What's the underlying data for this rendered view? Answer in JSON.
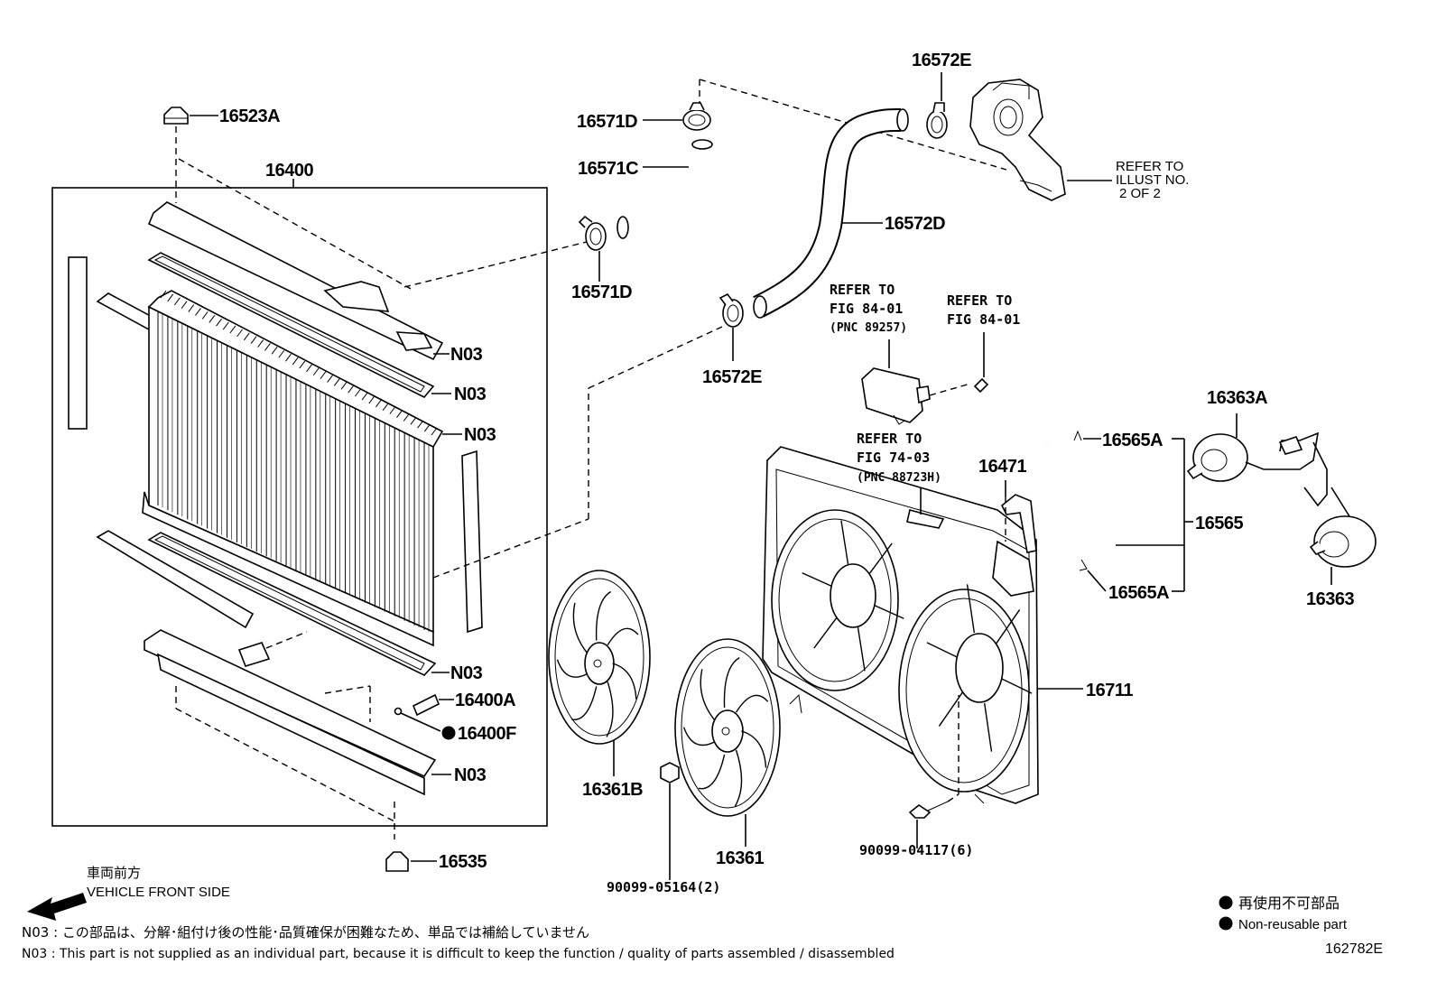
{
  "parts": {
    "p16523A": "16523A",
    "p16400": "16400",
    "n03_1": "N03",
    "n03_2": "N03",
    "n03_3": "N03",
    "n03_4": "N03",
    "n03_5": "N03",
    "p16400A": "16400A",
    "p16400F": "16400F",
    "p16535": "16535",
    "p16571D_top": "16571D",
    "p16571C": "16571C",
    "p16571D_bot": "16571D",
    "p16572E_top": "16572E",
    "p16572D": "16572D",
    "p16572E_bot": "16572E",
    "p16471": "16471",
    "p16565A_top": "16565A",
    "p16565": "16565",
    "p16565A_bot": "16565A",
    "p16363A": "16363A",
    "p16363": "16363",
    "p16711": "16711",
    "p16361B": "16361B",
    "p16361": "16361",
    "p90099_05164": "90099-05164(2)",
    "p90099_04117": "90099-04117(6)"
  },
  "refs": {
    "illust_1": "REFER TO",
    "illust_2": "ILLUST NO.",
    "illust_3": "2 OF 2",
    "fig84a_1": "REFER TO",
    "fig84a_2": "FIG 84-01",
    "fig84a_3": "(PNC 89257)",
    "fig84b_1": "REFER TO",
    "fig84b_2": "FIG 84-01",
    "fig74_1": "REFER TO",
    "fig74_2": "FIG 74-03",
    "fig74_3": "(PNC 88723H)"
  },
  "legend": {
    "front_jp": "車両前方",
    "front_en": "VEHICLE FRONT SIDE",
    "nonreuse_jp": "再使用不可部品",
    "nonreuse_en": "Non-reusable part"
  },
  "notes": {
    "jp": "N03 : この部品は、分解･組付け後の性能･品質確保が困難なため、単品では補給していません",
    "en": "N03 : This part is not supplied as an individual part, because it is difficult to keep the function / quality of parts assembled / disassembled"
  },
  "figure_id": "162782E"
}
